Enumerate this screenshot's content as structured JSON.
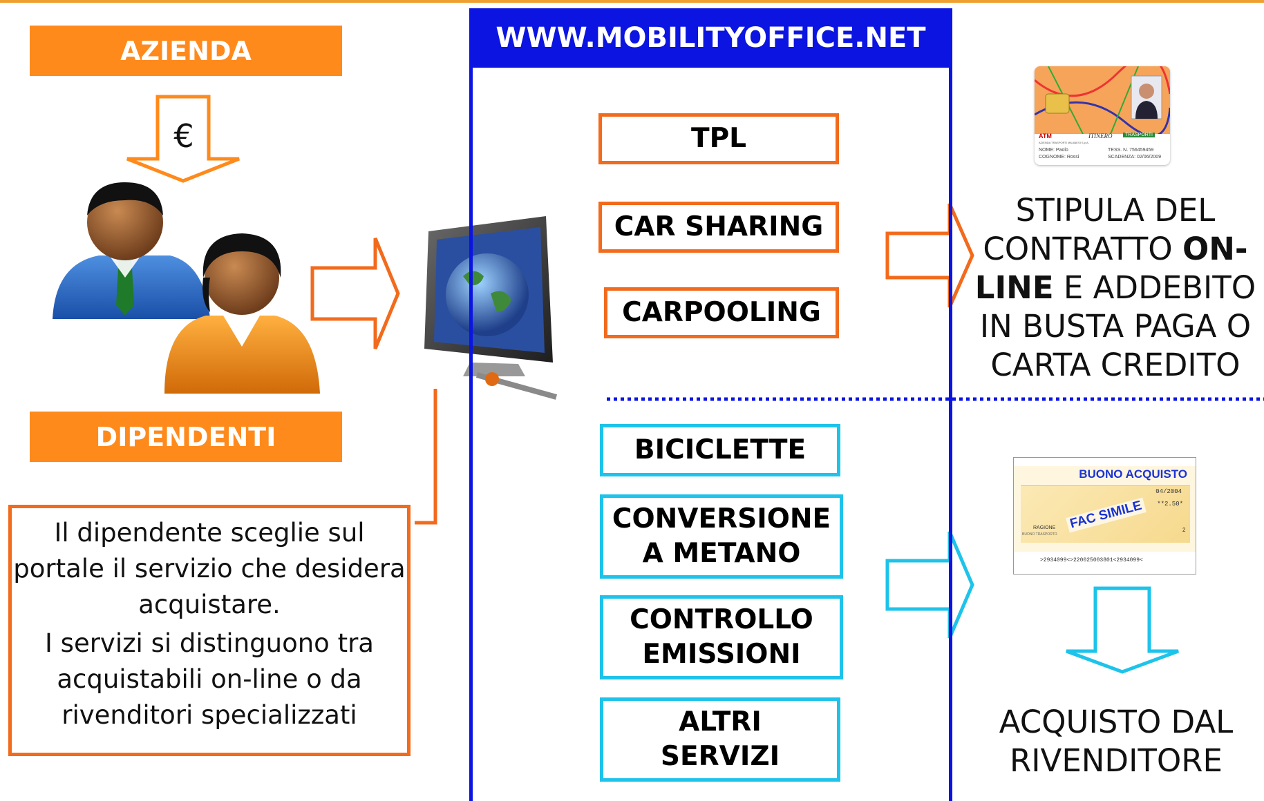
{
  "left": {
    "azienda_label": "AZIENDA",
    "euro_symbol": "€",
    "dipendenti_label": "DIPENDENTI",
    "description": [
      "Il dipendente sceglie sul portale il servizio che desidera acquistare.",
      "I servizi si distinguono tra acquistabili on-line o da rivenditori specializzati"
    ]
  },
  "portal": {
    "url": "WWW.MOBILITYOFFICE.NET",
    "online_services": [
      "TPL",
      "CAR SHARING",
      "CARPOOLING"
    ],
    "reseller_services": [
      "BICICLETTE",
      "CONVERSIONE A METANO",
      "CONTROLLO EMISSIONI",
      "ALTRI SERVIZI"
    ]
  },
  "right": {
    "online_result": {
      "part1": "STIPULA DEL CONTRATTO ",
      "bold": "ON-LINE",
      "part2": " E ADDEBITO IN BUSTA PAGA O CARTA CREDITO"
    },
    "reseller_result": "ACQUISTO DAL RIVENDITORE",
    "card": {
      "brand": "ATM",
      "brand2": "ITINERO",
      "brand3": "TRASPORTI",
      "company_line": "AZIENDA TRASPORTI MILANESI S.p.A.",
      "nome": "NOME: Paolo",
      "cognome": "COGNOME: Rossi",
      "tessera": "TESS. N. 756459459",
      "scadenza": "SCADENZA: 02/06/2009"
    },
    "voucher": {
      "title": "BUONO ACQUISTO",
      "watermark": "FAC SIMILE",
      "date": "04/2004",
      "amount": "**2.50*",
      "ragione": "RAGIONE",
      "buono_trasporto": "BUONO TRASPORTO",
      "code": ">2934099<>220025003801<2934099<",
      "digit": "2"
    }
  },
  "colors": {
    "orange": "#f26b1d",
    "label_orange": "#ff8a1c",
    "portal_blue": "#0b14e0",
    "cyan": "#1ec3ea"
  }
}
